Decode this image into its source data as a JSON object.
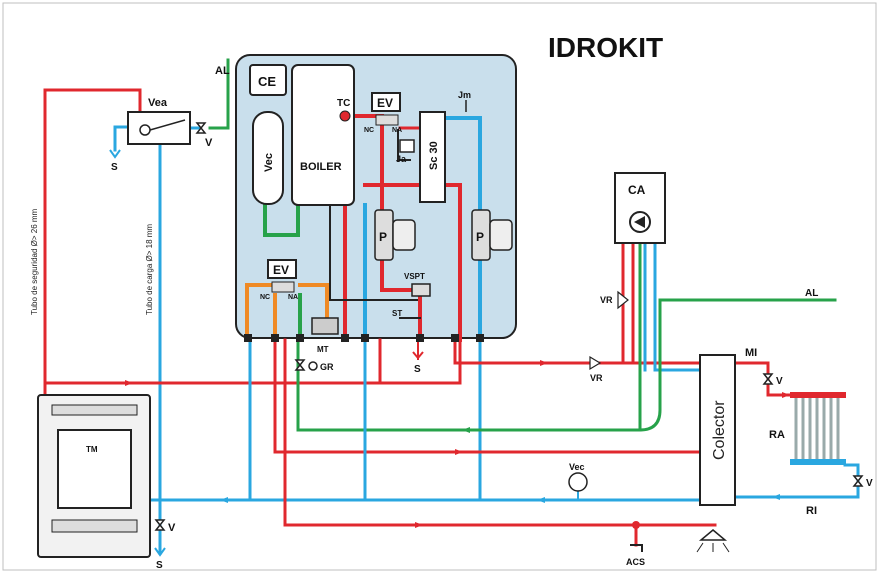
{
  "title": "IDROKIT",
  "colors": {
    "hot": "#e0282e",
    "cold": "#2aa7e0",
    "green": "#27a24a",
    "orange": "#ef8a25",
    "unit_bg": "#c9dfec",
    "dark": "#222222"
  },
  "labels": {
    "ce": "CE",
    "vec_tank": "Vec",
    "boiler": "BOILER",
    "tc": "TC",
    "ev_top": "EV",
    "nc_top": "NC",
    "na_top": "NA",
    "ja": "Ja",
    "sc30": "Sc 30",
    "jm": "Jm",
    "ev_bottom": "EV",
    "nc_bottom": "NC",
    "na_bottom": "NA",
    "mt": "MT",
    "gr": "GR",
    "vspt": "VSPT",
    "st": "ST",
    "s_bottom_mid": "S",
    "p_left": "P",
    "p_right": "P",
    "al_top": "AL",
    "vea": "Vea",
    "v_top": "V",
    "s_top": "S",
    "tubo_seguridad": "Tubo de seguridad Ø> 26 mm",
    "tubo_carga": "Tubo de carga Ø> 18 mm",
    "tm": "TM",
    "v_bottom_left": "V",
    "s_bottom_left": "S",
    "ca": "CA",
    "vr_top": "VR",
    "vr_bottom": "VR",
    "al_right": "AL",
    "mi": "MI",
    "v_mi": "V",
    "colector": "Colector",
    "ra": "RA",
    "v_ri": "V",
    "ri": "RI",
    "vec_bottom": "Vec",
    "acs": "ACS"
  }
}
